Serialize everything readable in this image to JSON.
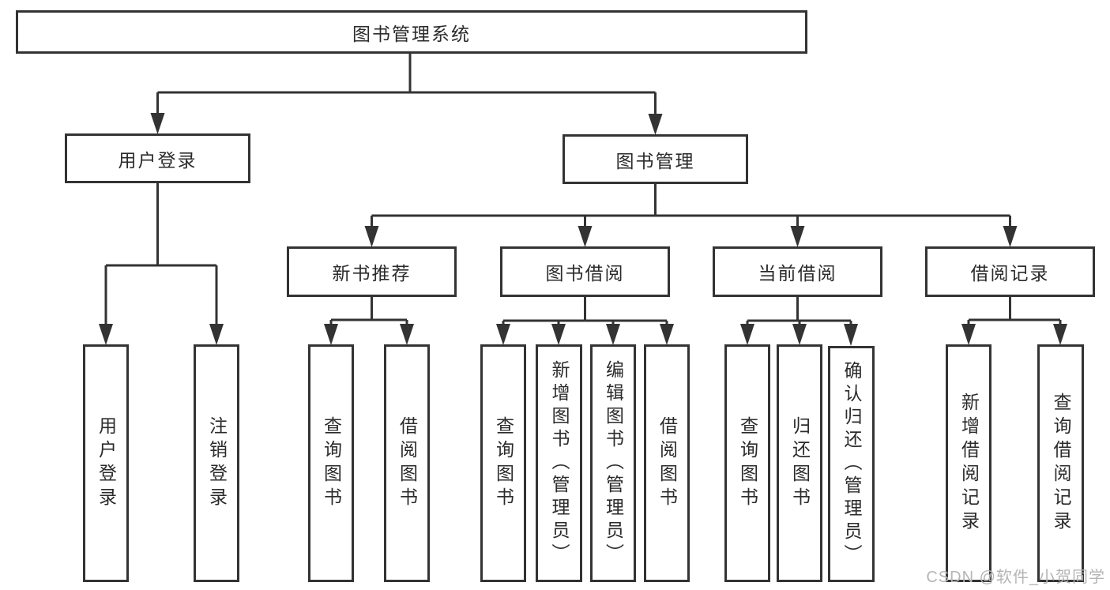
{
  "title": "图书管理系统",
  "colors": {
    "line": "#333333",
    "box_border": "#333333",
    "text": "#2b2b2b",
    "watermark": "#b5b5b5",
    "background": "#ffffff"
  },
  "watermark": {
    "text": "CSDN @软件_小贺同学"
  },
  "tree": {
    "label": "图书管理系统",
    "children": [
      {
        "label": "用户登录",
        "children": [
          {
            "label": "用户登录"
          },
          {
            "label": "注销登录"
          }
        ]
      },
      {
        "label": "图书管理",
        "children": [
          {
            "label": "新书推荐",
            "children": [
              {
                "label": "查询图书"
              },
              {
                "label": "借阅图书"
              }
            ]
          },
          {
            "label": "图书借阅",
            "children": [
              {
                "label": "查询图书"
              },
              {
                "label": "新增图书（管理员）"
              },
              {
                "label": "编辑图书（管理员）"
              },
              {
                "label": "借阅图书"
              }
            ]
          },
          {
            "label": "当前借阅",
            "children": [
              {
                "label": "查询图书"
              },
              {
                "label": "归还图书"
              },
              {
                "label": "确认归还（管理员）"
              }
            ]
          },
          {
            "label": "借阅记录",
            "children": [
              {
                "label": "新增借阅记录"
              },
              {
                "label": "查询借阅记录"
              }
            ]
          }
        ]
      }
    ]
  }
}
